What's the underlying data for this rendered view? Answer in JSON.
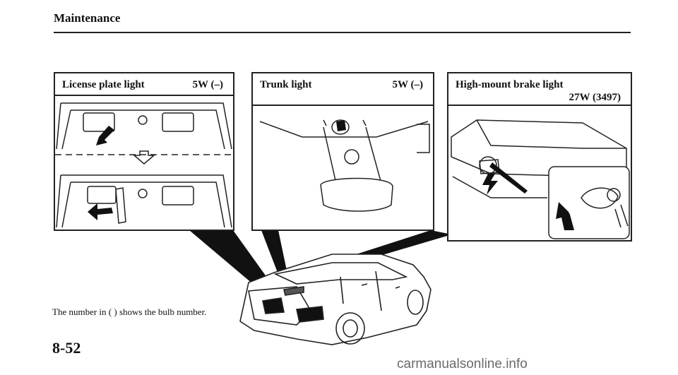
{
  "header": {
    "title": "Maintenance"
  },
  "panels": [
    {
      "name": "License plate light",
      "rating": "5W (–)"
    },
    {
      "name": "Trunk light",
      "rating": "5W (–)"
    },
    {
      "name": "High-mount brake light",
      "rating": "27W (3497)"
    }
  ],
  "footnote": "The number in (  ) shows the bulb number.",
  "page_number": "8-52",
  "watermark": "carmanualsonline.info"
}
